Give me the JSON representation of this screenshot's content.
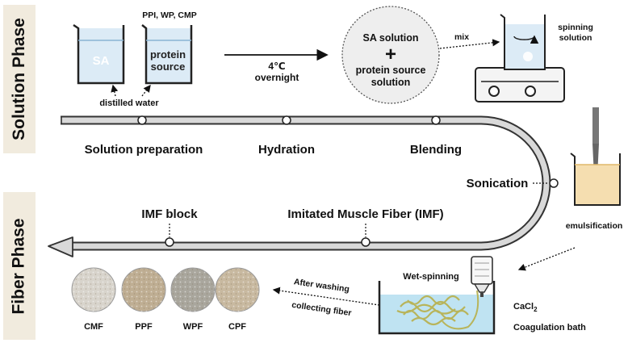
{
  "phases": {
    "solution": "Solution Phase",
    "fiber": "Fiber Phase"
  },
  "beakers": {
    "sa": "SA",
    "protein_line1": "protein",
    "protein_line2": "source",
    "protein_types": "PPI, WP, CMP",
    "distilled_water": "distilled water"
  },
  "hydration_arrow": {
    "temp": "4℃",
    "time": "overnight"
  },
  "mix_bubble": {
    "line1": "SA solution",
    "plus": "+",
    "line2": "protein source",
    "line3": "solution",
    "mix": "mix"
  },
  "stirrer": {
    "label_line1": "spinning",
    "label_line2": "solution"
  },
  "process_steps": {
    "solution_preparation": "Solution preparation",
    "hydration": "Hydration",
    "blending": "Blending",
    "sonication": "Sonication",
    "imf": "Imitated Muscle Fiber (IMF)",
    "imf_block": "IMF block"
  },
  "emulsification": "emulsification",
  "wet_spinning": {
    "title": "Wet-spinning",
    "cacl2_base": "CaCl",
    "cacl2_sub": "2",
    "bath": "Coagulation bath",
    "after_washing": "After washing",
    "collecting_fiber": "collecting fiber"
  },
  "samples": [
    "CMF",
    "PPF",
    "WPF",
    "CPF"
  ],
  "colors": {
    "phase_bg": "#f1ebde",
    "track_fill": "#d9d9d9",
    "water": "#dcebf6",
    "bath_water": "#bfe3f2",
    "emulsion": "#f5deb0",
    "fiber": "#c8c46a",
    "bubble": "#eeeeee"
  }
}
